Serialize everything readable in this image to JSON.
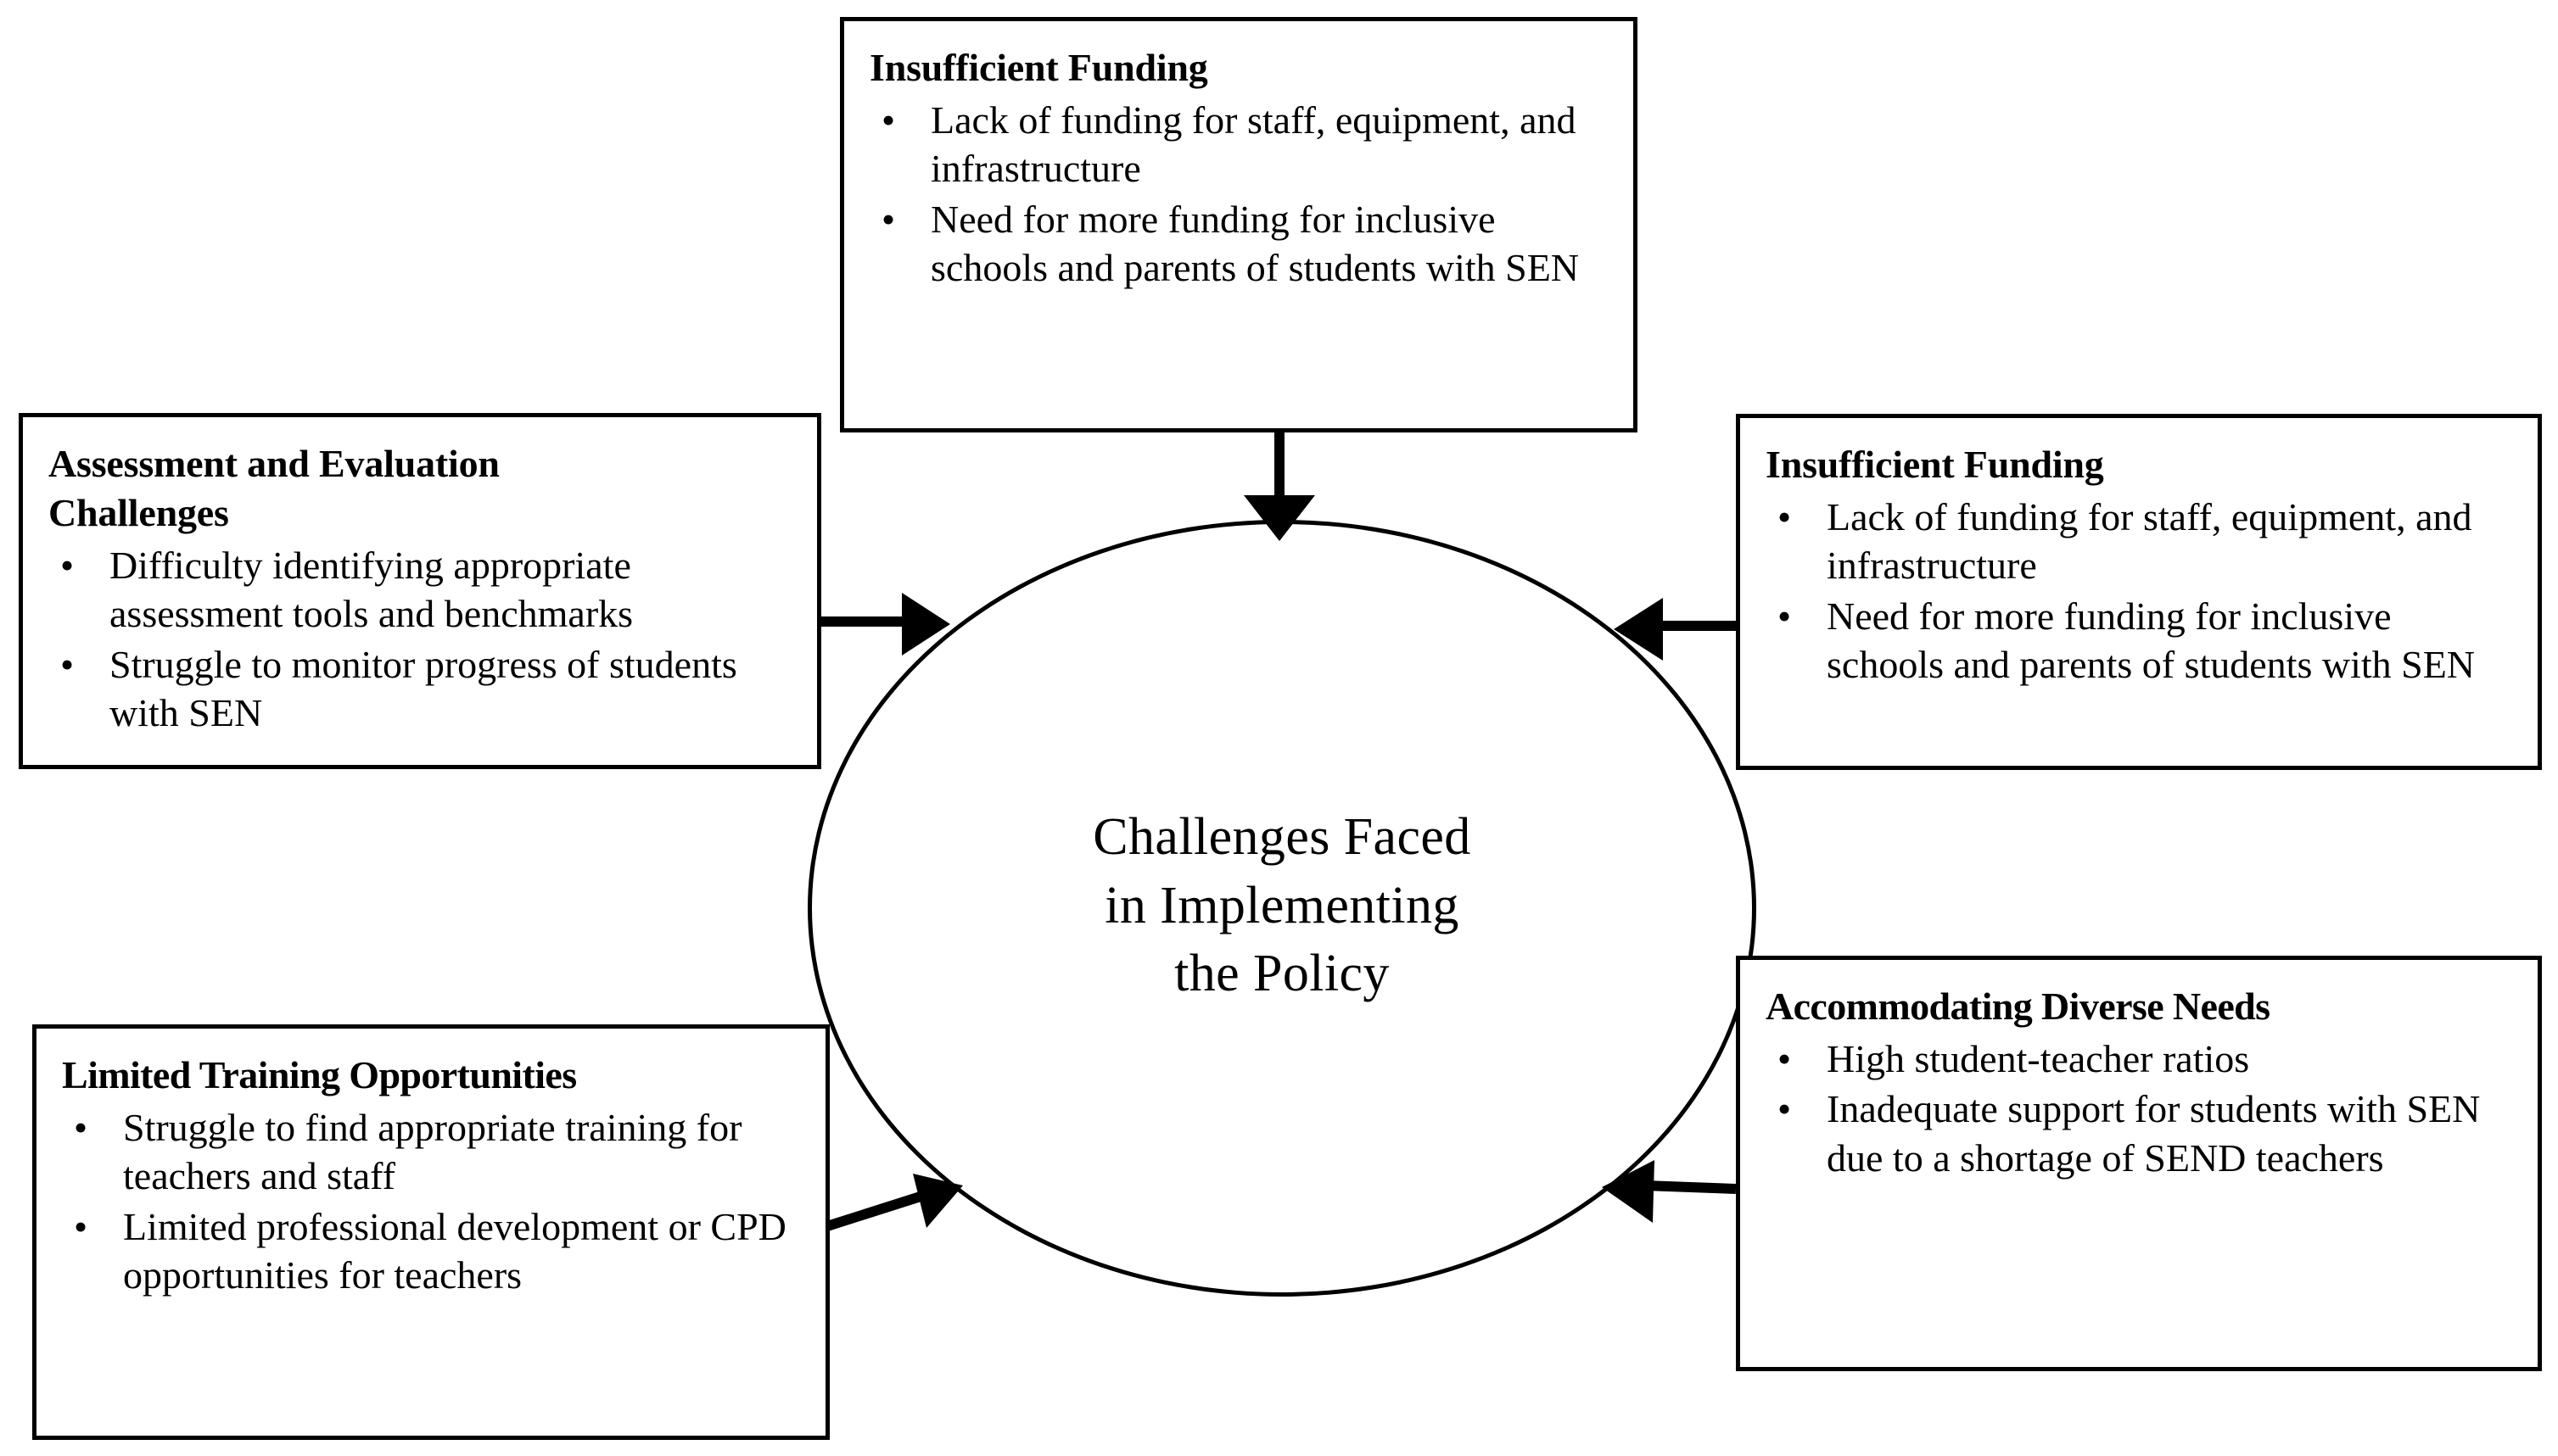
{
  "diagram": {
    "type": "hub-and-spoke",
    "center": {
      "label": "Challenges Faced\nin Implementing\nthe Policy",
      "shape": "ellipse"
    },
    "nodes": [
      {
        "id": "top",
        "position": "top",
        "title": "Insufficient Funding",
        "bullets": [
          "Lack of funding for staff, equipment, and infrastructure",
          "Need for more funding for inclusive schools and parents of students with SEN"
        ]
      },
      {
        "id": "left-top",
        "position": "left-upper",
        "title": "Assessment and Evaluation\nChallenges",
        "bullets": [
          "Difficulty identifying appropriate assessment tools and benchmarks",
          "Struggle to monitor progress of students with SEN"
        ]
      },
      {
        "id": "right-top",
        "position": "right-upper",
        "title": "Insufficient Funding",
        "bullets": [
          "Lack of funding for staff, equipment, and infrastructure",
          "Need for more funding for inclusive schools and parents of students with SEN"
        ]
      },
      {
        "id": "left-bot",
        "position": "left-lower",
        "title": "Limited Training Opportunities",
        "bullets": [
          "Struggle to find appropriate training for teachers and staff",
          "Limited professional development or CPD opportunities for teachers"
        ]
      },
      {
        "id": "right-bot",
        "position": "right-lower",
        "title": "Accommodating Diverse Needs",
        "bullets": [
          "High student-teacher ratios",
          "Inadequate support for students with SEN due to a shortage of SEND teachers"
        ]
      }
    ],
    "connectors": [
      {
        "from": "top",
        "to": "center",
        "direction": "down"
      },
      {
        "from": "left-top",
        "to": "center",
        "direction": "right"
      },
      {
        "from": "right-top",
        "to": "center",
        "direction": "left"
      },
      {
        "from": "left-bot",
        "to": "center",
        "direction": "up-right"
      },
      {
        "from": "right-bot",
        "to": "center",
        "direction": "up-left"
      }
    ],
    "bullet_glyph": "•",
    "colors": {
      "stroke": "#000000",
      "fill": "#ffffff",
      "text": "#000000"
    }
  }
}
